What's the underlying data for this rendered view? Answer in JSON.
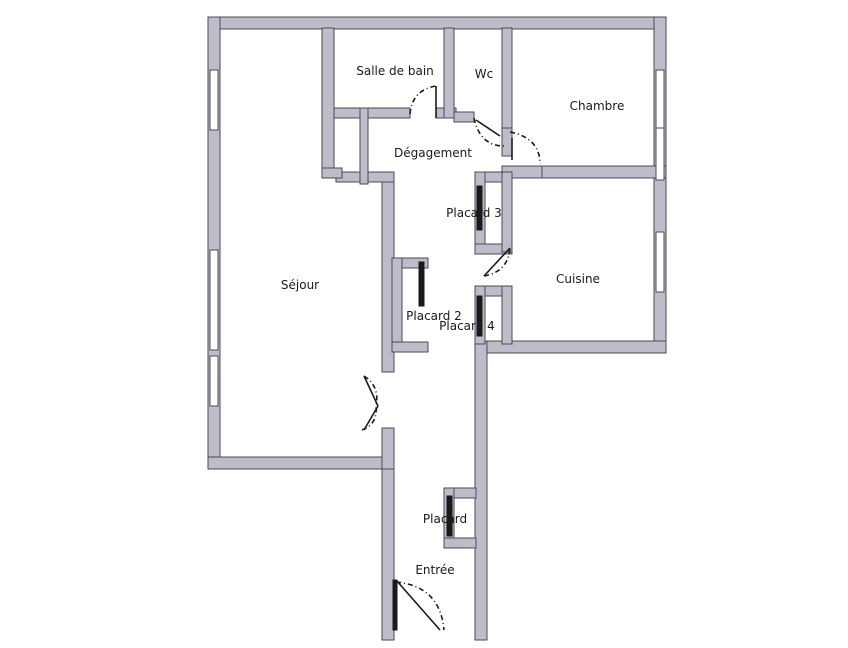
{
  "rooms": {
    "salle_de_bain": "Salle de bain",
    "wc": "Wc",
    "chambre": "Chambre",
    "degagement": "Dégagement",
    "placard_3": "Placard 3",
    "cuisine": "Cuisine",
    "sejour": "Séjour",
    "placard_2": "Placard 2",
    "placard_4": "Placard 4",
    "placard": "Placard",
    "entree": "Entrée"
  },
  "colors": {
    "wall_fill": "#bfbcca",
    "wall_stroke": "#4a4a5a",
    "door_stroke": "#1a1a1a",
    "window_fill": "#ffffff",
    "background": "#ffffff"
  }
}
